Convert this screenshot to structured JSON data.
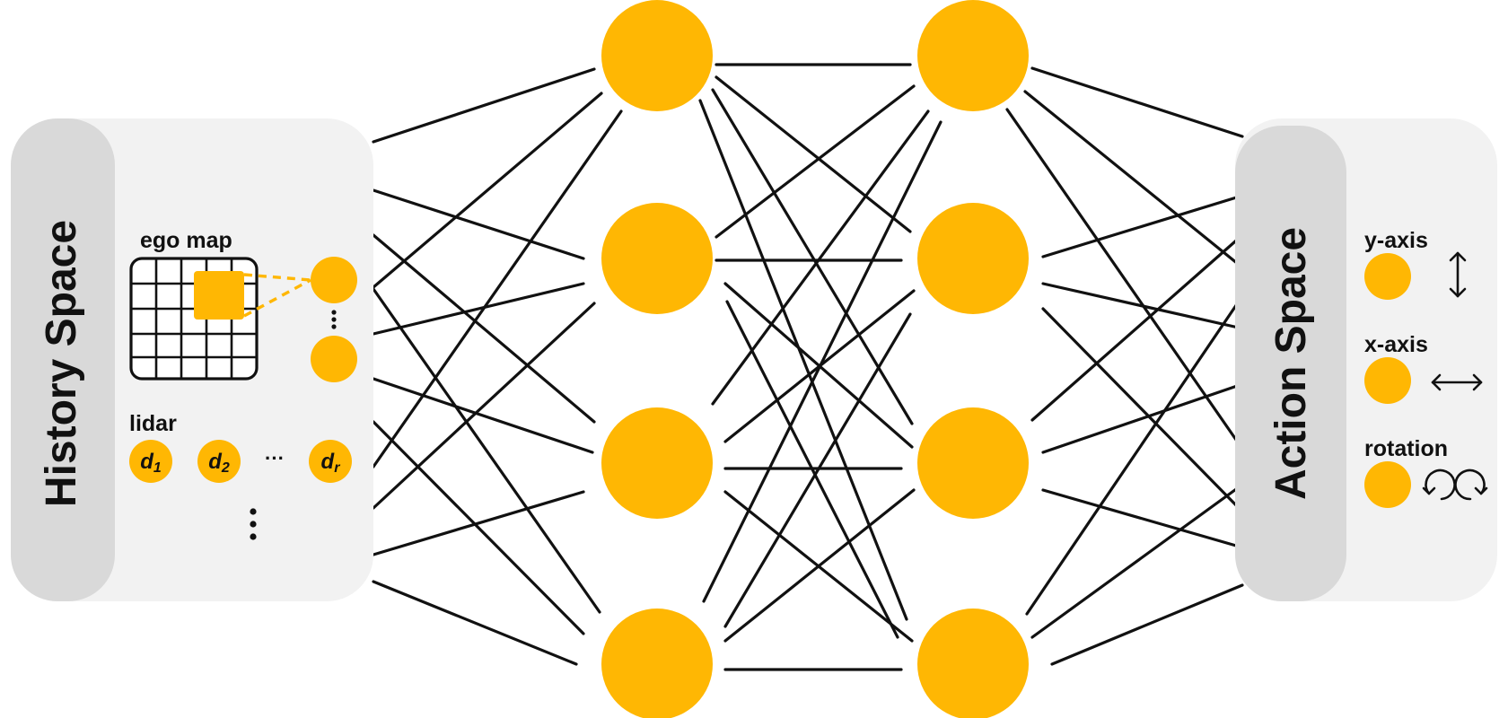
{
  "history_panel": {
    "title": "History Space",
    "ego_map_label": "ego map",
    "lidar_label": "lidar",
    "lidar_items": [
      {
        "base": "d",
        "sub": "1"
      },
      {
        "base": "d",
        "sub": "2"
      },
      {
        "base": "d",
        "sub": "r"
      }
    ],
    "ellipsis_horizontal": "···"
  },
  "action_panel": {
    "title": "Action Space",
    "outputs": [
      {
        "label": "y-axis",
        "icon": "vertical-double-arrow-icon"
      },
      {
        "label": "x-axis",
        "icon": "horizontal-double-arrow-icon"
      },
      {
        "label": "rotation",
        "icon": "rotate-left-right-icon"
      }
    ]
  },
  "network": {
    "hidden_layers": 2,
    "nodes_per_layer": 4
  },
  "colors": {
    "node": "#FFB703",
    "panel": "#F2F2F2",
    "band": "#D9D9D9",
    "edge": "#111111"
  }
}
